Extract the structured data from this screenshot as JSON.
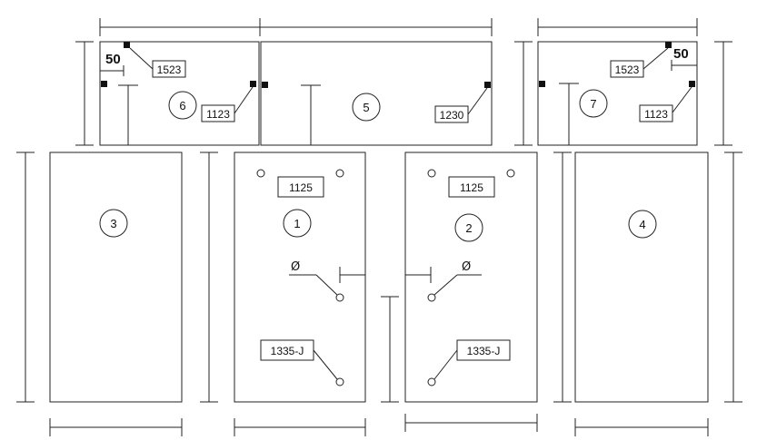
{
  "panels": {
    "p1": {
      "number": "1",
      "label": "1125",
      "edge_label": "1335-J",
      "symbol": "Ø"
    },
    "p2": {
      "number": "2",
      "label": "1125",
      "edge_label": "1335-J",
      "symbol": "Ø"
    },
    "p3": {
      "number": "3"
    },
    "p4": {
      "number": "4"
    },
    "p5": {
      "number": "5",
      "edge_label": "1230"
    },
    "p6": {
      "number": "6",
      "dim": "50",
      "top_label": "1523",
      "edge_label": "1123"
    },
    "p7": {
      "number": "7",
      "dim": "50",
      "top_label": "1523",
      "edge_label": "1123"
    }
  }
}
